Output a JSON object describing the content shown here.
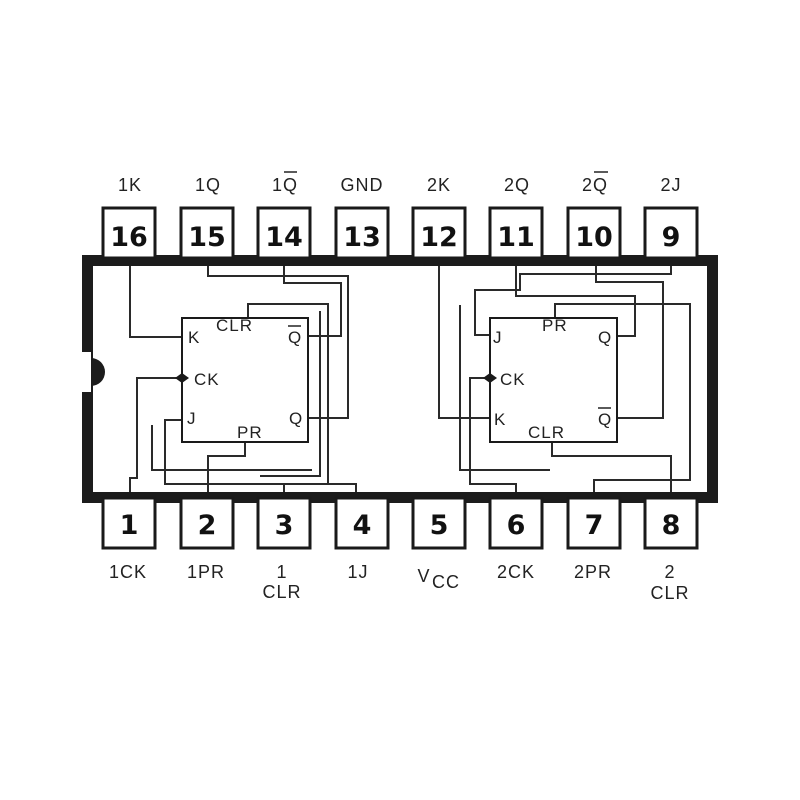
{
  "top_pins": [
    {
      "number": "16",
      "label": "1K"
    },
    {
      "number": "15",
      "label": "1Q"
    },
    {
      "number": "14",
      "label": "1Q",
      "overbar": true
    },
    {
      "number": "13",
      "label": "GND"
    },
    {
      "number": "12",
      "label": "2K"
    },
    {
      "number": "11",
      "label": "2Q"
    },
    {
      "number": "10",
      "label": "2Q",
      "overbar": true
    },
    {
      "number": "9",
      "label": "2J"
    }
  ],
  "bottom_pins": [
    {
      "number": "1",
      "label": "1CK"
    },
    {
      "number": "2",
      "label": "1PR"
    },
    {
      "number": "3",
      "label": "1",
      "label2": "CLR"
    },
    {
      "number": "4",
      "label": "1J"
    },
    {
      "number": "5",
      "label": "V",
      "sub": "CC"
    },
    {
      "number": "6",
      "label": "2CK"
    },
    {
      "number": "7",
      "label": "2PR"
    },
    {
      "number": "8",
      "label": "2",
      "label2": "CLR"
    }
  ],
  "flipflop1": {
    "k": "K",
    "ck": "CK",
    "j": "J",
    "clr": "CLR",
    "pr": "PR",
    "q": "Q",
    "qbar": "Q"
  },
  "flipflop2": {
    "j": "J",
    "ck": "CK",
    "k": "K",
    "pr": "PR",
    "clr": "CLR",
    "q": "Q",
    "qbar": "Q"
  }
}
